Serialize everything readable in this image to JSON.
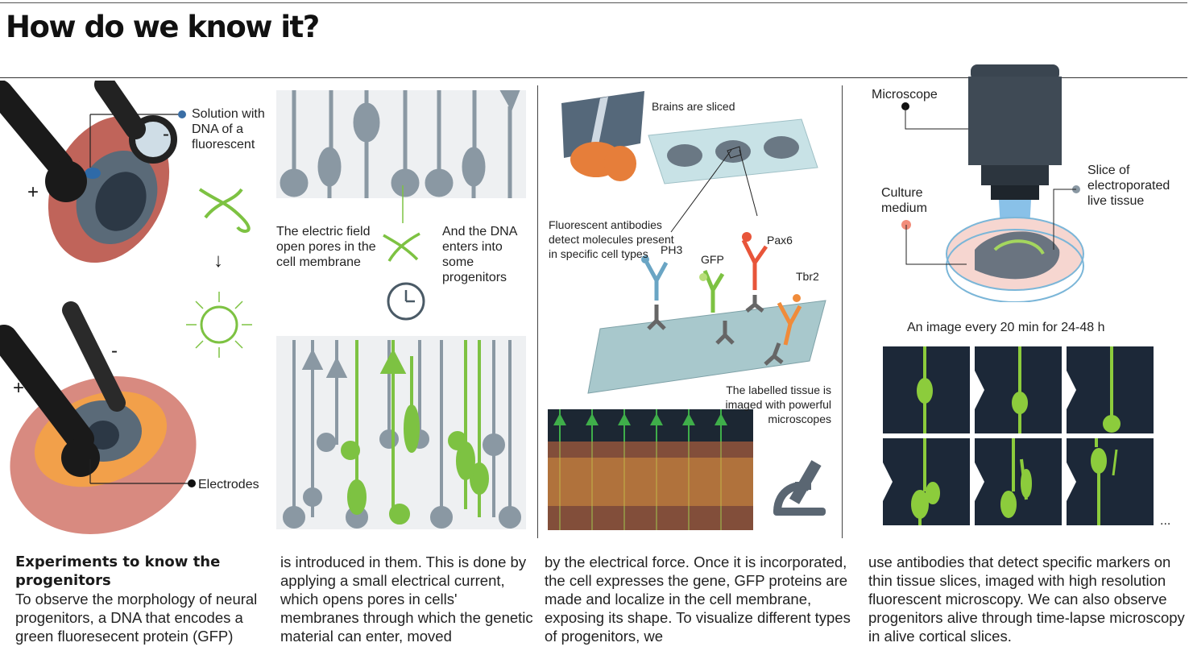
{
  "title": "How do we know it?",
  "panel1": {
    "solution_label": "Solution with DNA of a fluorescent",
    "electrodes_label": "Electrodes",
    "plus": "+",
    "minus": "-",
    "arrow": "↓"
  },
  "panel2": {
    "pores_label": "The electric field open pores in the cell membrane",
    "dna_label": "And the DNA enters into some progenitors"
  },
  "panel3": {
    "sliced_label": "Brains are sliced",
    "antibodies_label": "Fluorescent antibodies detect molecules present in specific cell types",
    "markers": [
      "PH3",
      "GFP",
      "Pax6",
      "Tbr2"
    ],
    "imaged_label": "The labelled tissue is imaged with powerful microscopes"
  },
  "panel4": {
    "microscope_label": "Microscope",
    "culture_label": "Culture medium",
    "slice_label": "Slice of electroporated live tissue",
    "timelapse_label": "An image every 20 min for 24-48 h",
    "ellipsis": "..."
  },
  "article": {
    "heading": "Experiments to know the progenitors",
    "col1": "To observe the morphology of neural progenitors, a DNA that encodes a green fluoresecent protein (GFP)",
    "col2": "is introduced in them. This is done by applying a small electrical current, which opens pores in cells' membranes through which the genetic material can enter, moved",
    "col3": "by the electrical force. Once it is incorporated, the cell expresses the gene, GFP proteins are made and localize in the cell membrane, exposing its shape. To visualize different types of progenitors, we",
    "col4": "use antibodies that detect specific markers on thin tissue slices, imaged with high resolution fluorescent microscopy. We can also observe progenitors alive through time-lapse microscopy in alive cortical slices."
  },
  "colors": {
    "green": "#7dc242",
    "cell_gray": "#8a98a3",
    "tissue_pink": "#c9685a",
    "dark_bg": "#1e2a3a",
    "pax6_red": "#e8553a",
    "tbr2_orange": "#f08b3a",
    "ph3_blue": "#6aa5c4"
  }
}
